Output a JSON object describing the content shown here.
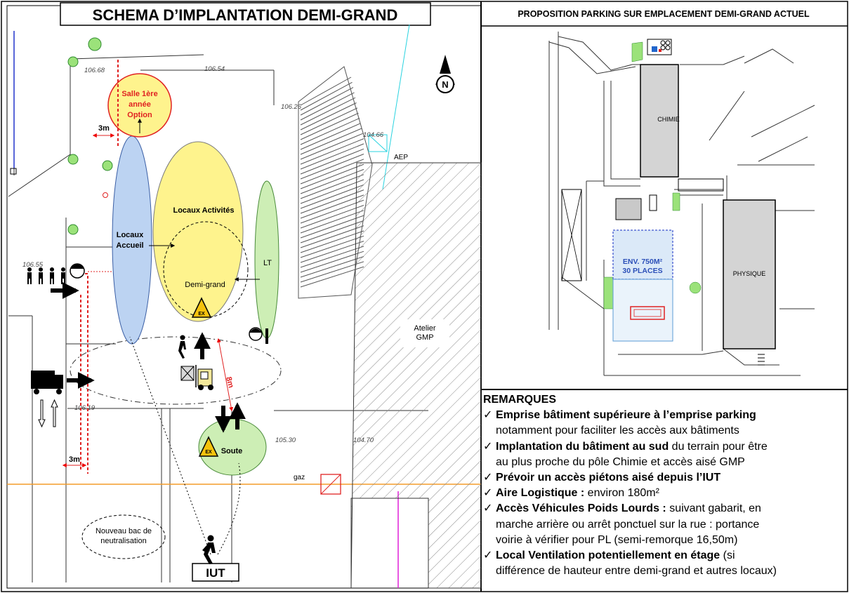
{
  "left_panel": {
    "title": "SCHEMA D’IMPLANTATION DEMI-GRAND",
    "zones": {
      "salle": [
        "Salle 1ère",
        "année",
        "Option"
      ],
      "locaux_accueil": [
        "Locaux",
        "Accueil"
      ],
      "locaux_activites": "Locaux Activités",
      "demi_grand": "Demi-grand",
      "lt": "LT",
      "soute": "Soute",
      "atelier": [
        "Atelier",
        "GMP"
      ],
      "bac": [
        "Nouveau bac de",
        "neutralisation"
      ],
      "iut": "IUT",
      "aep": "AEP",
      "gaz": "gaz",
      "ex": "EX"
    },
    "dimensions": {
      "d3m_top": "3m",
      "d3m_bottom": "3m",
      "d8m": "8m"
    },
    "levels": [
      "106.68",
      "106.54",
      "106.26",
      "104.66",
      "106.55",
      "106.19",
      "105.30",
      "104.70"
    ]
  },
  "right_panel": {
    "title": "PROPOSITION PARKING SUR EMPLACEMENT DEMI-GRAND ACTUEL",
    "buildings": {
      "chimie": "CHIMIE",
      "physique": "PHYSIQUE"
    },
    "parking": [
      "ENV. 750M²",
      "30 PLACES"
    ]
  },
  "remarks": {
    "header": "REMARQUES",
    "items": [
      {
        "bold": "Emprise bâtiment supérieure à l’emprise parking",
        "rest": "",
        "cont": "notamment pour faciliter les accès aux bâtiments"
      },
      {
        "bold": "Implantation du bâtiment au sud",
        "rest": " du terrain pour être",
        "cont": "au plus proche du pôle Chimie et accès aisé GMP"
      },
      {
        "bold": "Prévoir un accès piétons aisé depuis l’IUT",
        "rest": "",
        "cont": ""
      },
      {
        "bold": "Aire Logistique :",
        "rest": " environ 180m²",
        "cont": ""
      },
      {
        "bold": "Accès Véhicules Poids Lourds :",
        "rest": " suivant gabarit, en",
        "cont": "marche arrière ou arrêt ponctuel sur la rue : portance",
        "cont2": "voirie à vérifier pour PL (semi-remorque 16,50m)"
      },
      {
        "bold": "Local Ventilation potentiellement en étage",
        "rest": " (si",
        "cont": "différence de hauteur entre demi-grand et autres locaux)"
      }
    ]
  }
}
